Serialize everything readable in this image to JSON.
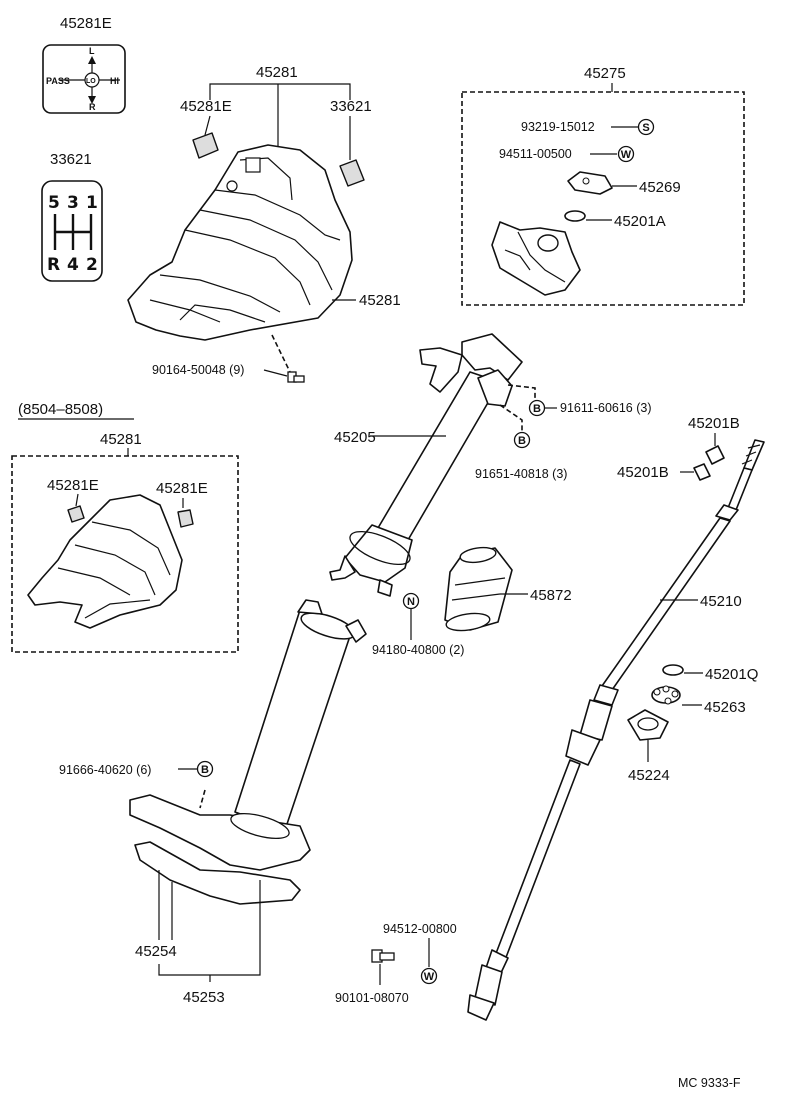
{
  "labels": {
    "p45281E_top": "45281E",
    "p45281_top": "45281",
    "p45281E_a": "45281E",
    "p33621_a": "33621",
    "p33621_b": "33621",
    "p45281_side": "45281",
    "p90164": "90164-50048 (9)",
    "p45275": "45275",
    "p93219": "93219-15012",
    "p94511": "94511-00500",
    "p45269": "45269",
    "p45201A": "45201A",
    "range": "(8504–8508)",
    "p45281_box": "45281",
    "p45281E_box1": "45281E",
    "p45281E_box2": "45281E",
    "p45205": "45205",
    "p91611": "91611-60616 (3)",
    "p91651": "91651-40818 (3)",
    "p45201B_1": "45201B",
    "p45201B_2": "45201B",
    "p45872": "45872",
    "p94180": "94180-40800 (2)",
    "p45210": "45210",
    "p45201Q": "45201Q",
    "p45263": "45263",
    "p45224": "45224",
    "p91666": "91666-40620 (6)",
    "p45254": "45254",
    "p45253": "45253",
    "p94512": "94512-00800",
    "p90101": "90101-08070",
    "code": "MC  9333-F"
  },
  "symbols": {
    "s": "S",
    "w": "W",
    "b": "B",
    "n": "N"
  },
  "switch_plate": {
    "l": "L",
    "pass": "PASS",
    "lo": "LO",
    "hi": "HI",
    "r": "R"
  },
  "shift_pattern": {
    "top": [
      "5",
      "3",
      "1"
    ],
    "bottom": [
      "R",
      "4",
      "2"
    ]
  }
}
